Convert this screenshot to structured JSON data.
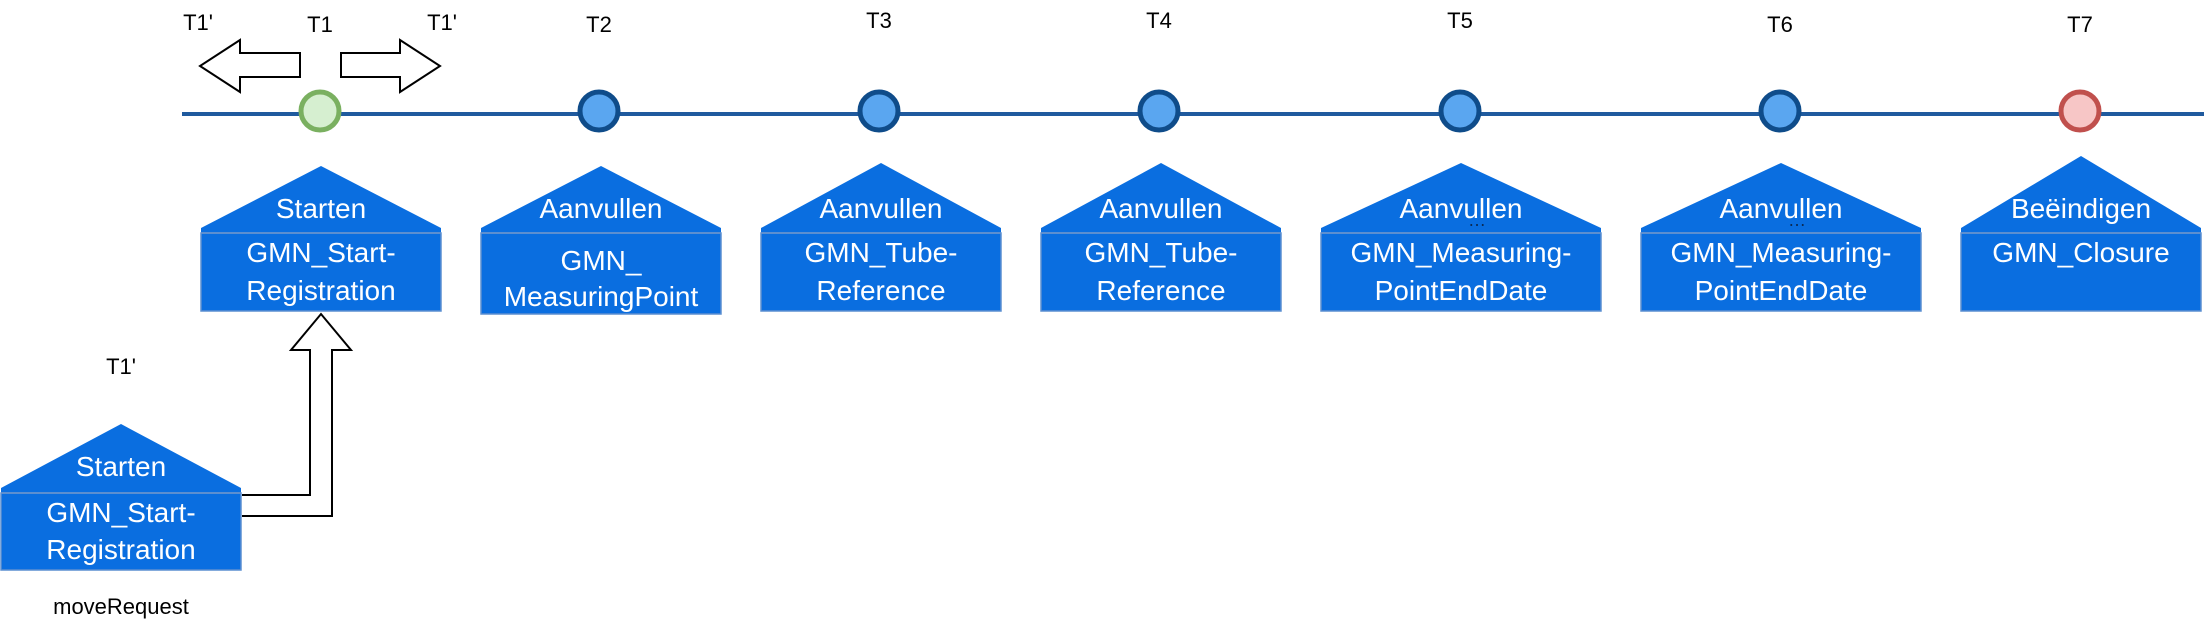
{
  "colors": {
    "timeline": "#1f5a9e",
    "node_blue_fill": "#5aa6f0",
    "node_blue_stroke": "#0f4c8a",
    "node_green_fill": "#d6efd0",
    "node_green_stroke": "#7ab060",
    "node_red_fill": "#f7c6c6",
    "node_red_stroke": "#c0504d",
    "house_fill": "#0a6ee0",
    "house_divider": "#5c8fd0",
    "house_text": "#ffffff",
    "arrow_stroke": "#000000"
  },
  "timeline": {
    "nodes": [
      {
        "label": "T1",
        "status": "green"
      },
      {
        "label": "T2",
        "status": "blue"
      },
      {
        "label": "T3",
        "status": "blue"
      },
      {
        "label": "T4",
        "status": "blue"
      },
      {
        "label": "T5",
        "status": "blue"
      },
      {
        "label": "T6",
        "status": "blue"
      },
      {
        "label": "T7",
        "status": "red"
      }
    ],
    "side_labels": {
      "left": "T1'",
      "right": "T1'"
    }
  },
  "steps": [
    {
      "header": "Starten",
      "lines": [
        "GMN_Start-",
        "Registration"
      ],
      "ellipsis": false
    },
    {
      "header": "Aanvullen",
      "lines": [
        "GMN_",
        "MeasuringPoint"
      ],
      "ellipsis": false
    },
    {
      "header": "Aanvullen",
      "lines": [
        "GMN_Tube-",
        "Reference"
      ],
      "ellipsis": false
    },
    {
      "header": "Aanvullen",
      "lines": [
        "GMN_Tube-",
        "Reference"
      ],
      "ellipsis": false
    },
    {
      "header": "Aanvullen",
      "lines": [
        "GMN_Measuring-",
        "PointEndDate"
      ],
      "ellipsis": true
    },
    {
      "header": "Aanvullen",
      "lines": [
        "GMN_Measuring-",
        "PointEndDate"
      ],
      "ellipsis": true
    },
    {
      "header": "Beëindigen",
      "lines": [
        "GMN_Closure"
      ],
      "ellipsis": false
    }
  ],
  "move": {
    "label": "T1'",
    "header": "Starten",
    "lines": [
      "GMN_Start-",
      "Registration"
    ],
    "caption": "moveRequest"
  }
}
